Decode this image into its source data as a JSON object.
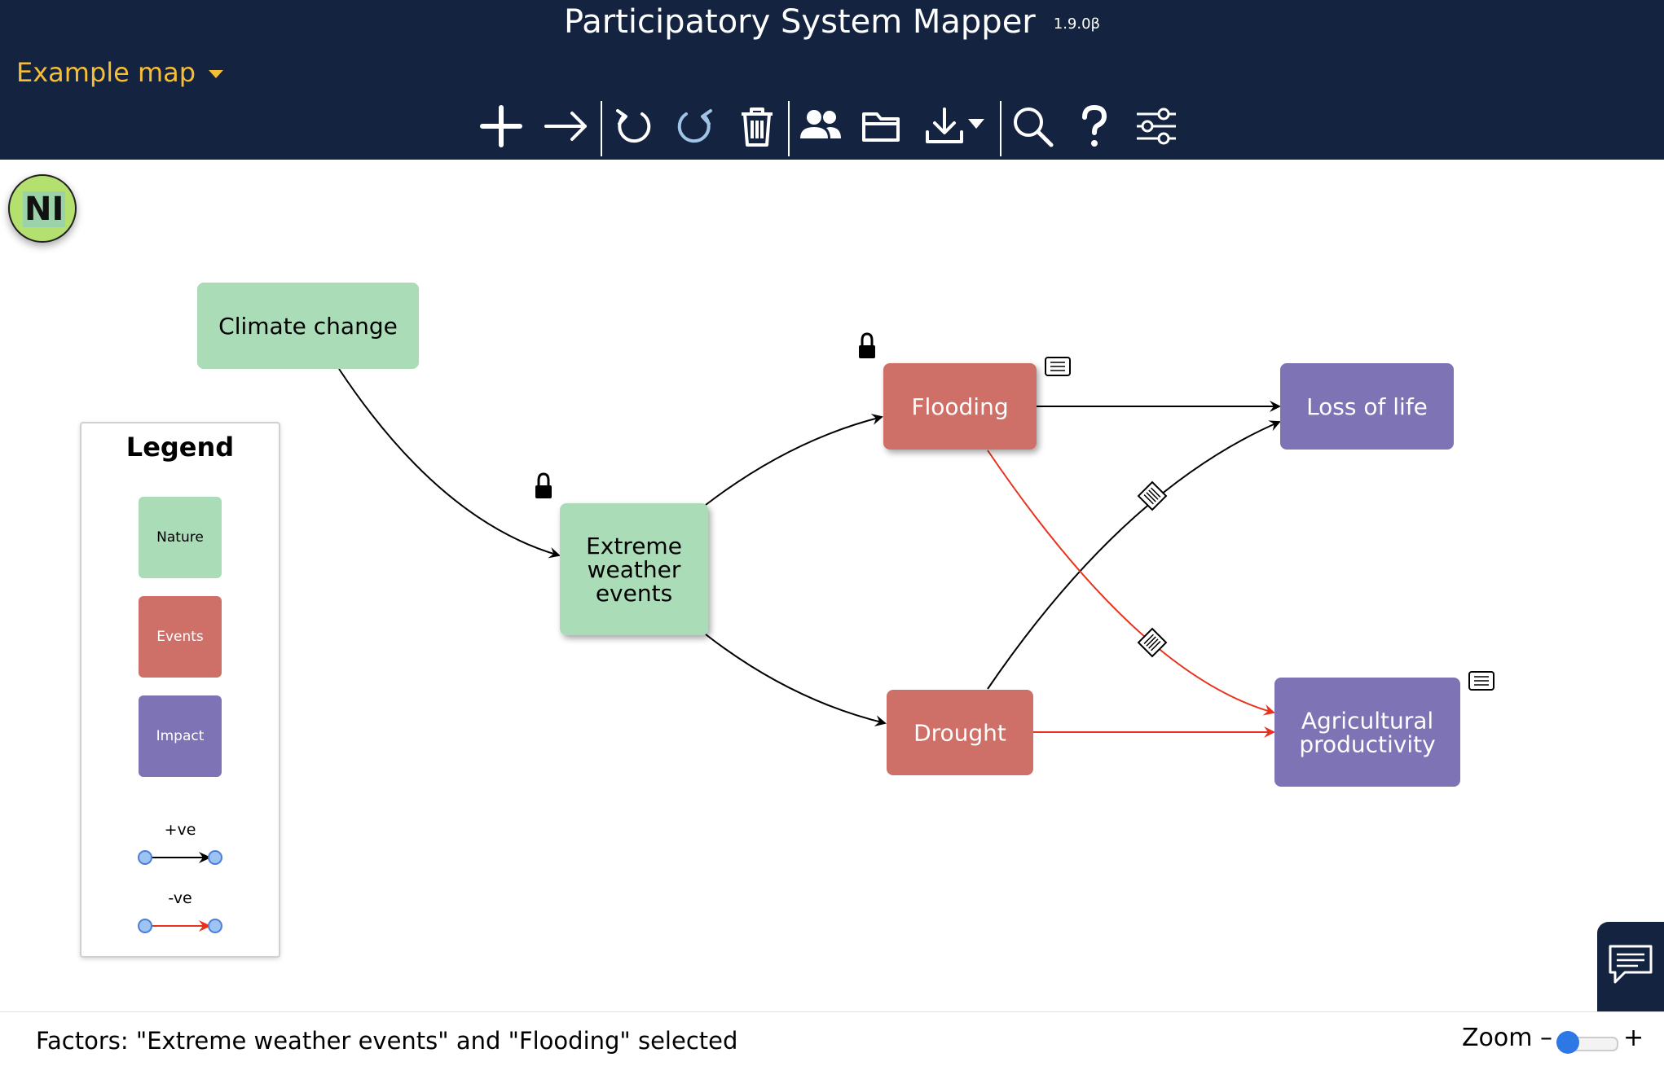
{
  "app": {
    "title": "Participatory System Mapper",
    "version": "1.9.0β",
    "map_title": "Example map"
  },
  "toolbar": [
    {
      "name": "add-factor-button",
      "icon": "plus-icon"
    },
    {
      "name": "add-link-button",
      "icon": "arrow-right-icon"
    },
    {
      "name": "undo-button",
      "icon": "undo-icon"
    },
    {
      "name": "redo-button",
      "icon": "redo-icon"
    },
    {
      "name": "delete-button",
      "icon": "trash-icon"
    },
    {
      "name": "share-button",
      "icon": "users-icon"
    },
    {
      "name": "open-button",
      "icon": "folder-icon"
    },
    {
      "name": "save-button",
      "icon": "download-icon"
    },
    {
      "name": "search-button",
      "icon": "search-icon"
    },
    {
      "name": "help-button",
      "icon": "help-icon"
    },
    {
      "name": "settings-button",
      "icon": "sliders-icon"
    }
  ],
  "user": {
    "initials": "NI",
    "color": "#b3e06f"
  },
  "legend": {
    "title": "Legend",
    "styles": [
      {
        "label": "Nature",
        "color": "#aadcb8",
        "text_color": "#000000"
      },
      {
        "label": "Events",
        "color": "#cf7068",
        "text_color": "#ffffff"
      },
      {
        "label": "Impact",
        "color": "#7e73b5",
        "text_color": "#ffffff"
      }
    ],
    "links": [
      {
        "label": "+ve",
        "color": "#000000"
      },
      {
        "label": "-ve",
        "color": "#e8321e"
      }
    ]
  },
  "map": {
    "factors": [
      {
        "id": "climate",
        "label": [
          "Climate change"
        ],
        "style": "Nature",
        "locked": false,
        "note": false,
        "selected": false
      },
      {
        "id": "extreme",
        "label": [
          "Extreme",
          "weather",
          "events"
        ],
        "style": "Nature",
        "locked": true,
        "note": false,
        "selected": true
      },
      {
        "id": "flooding",
        "label": [
          "Flooding"
        ],
        "style": "Events",
        "locked": true,
        "note": true,
        "selected": true
      },
      {
        "id": "drought",
        "label": [
          "Drought"
        ],
        "style": "Events",
        "locked": false,
        "note": false,
        "selected": false
      },
      {
        "id": "loss",
        "label": [
          "Loss of life"
        ],
        "style": "Impact",
        "locked": false,
        "note": false,
        "selected": false
      },
      {
        "id": "agri",
        "label": [
          "Agricultural",
          "productivity"
        ],
        "style": "Impact",
        "locked": false,
        "note": true,
        "selected": false
      }
    ],
    "links": [
      {
        "from": "climate",
        "to": "extreme",
        "sign": "+ve",
        "delay": false
      },
      {
        "from": "extreme",
        "to": "flooding",
        "sign": "+ve",
        "delay": false
      },
      {
        "from": "extreme",
        "to": "drought",
        "sign": "+ve",
        "delay": false
      },
      {
        "from": "flooding",
        "to": "loss",
        "sign": "+ve",
        "delay": false
      },
      {
        "from": "drought",
        "to": "loss",
        "sign": "+ve",
        "delay": true
      },
      {
        "from": "flooding",
        "to": "agri",
        "sign": "-ve",
        "delay": true
      },
      {
        "from": "drought",
        "to": "agri",
        "sign": "-ve",
        "delay": false
      }
    ]
  },
  "status": {
    "text": "Factors: \"Extreme weather events\" and \"Flooding\" selected"
  },
  "zoom": {
    "label": "Zoom –",
    "plus": "+",
    "level": 0.1
  }
}
